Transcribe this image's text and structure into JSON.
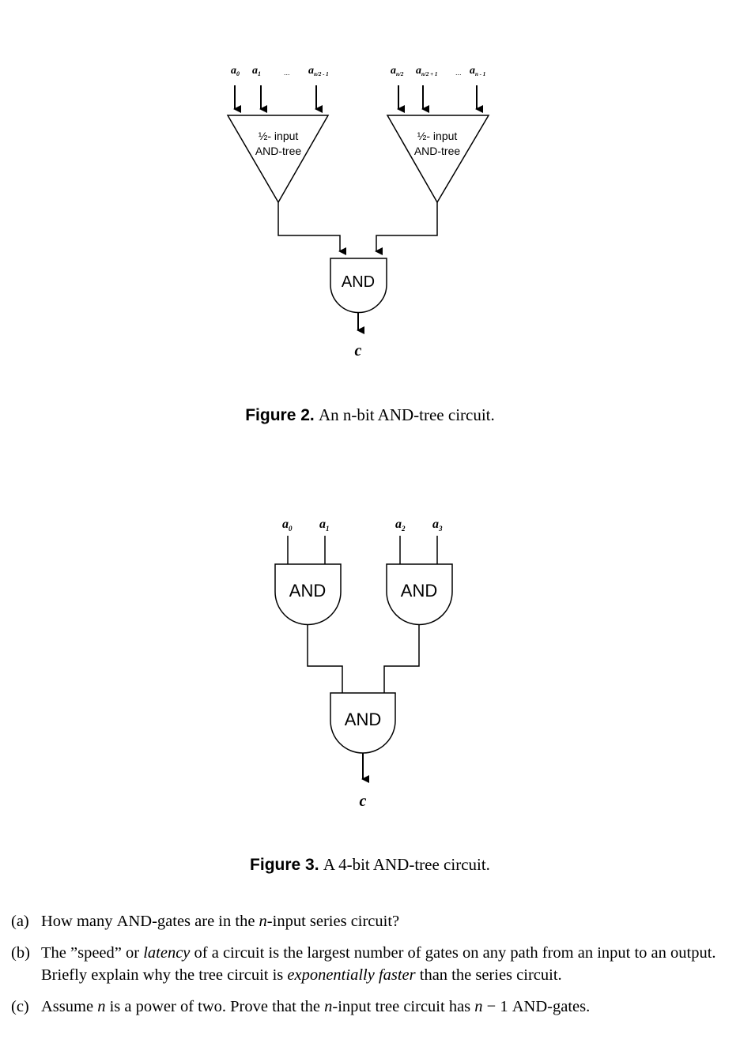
{
  "figure2": {
    "inputs_left": [
      "a",
      "a",
      "...",
      "a"
    ],
    "inputs_left_subs": [
      "0",
      "1",
      "",
      "n/2 - 1"
    ],
    "inputs_right": [
      "a",
      "a",
      "...",
      "a"
    ],
    "inputs_right_subs": [
      "n/2",
      "n/2 + 1",
      "",
      "n - 1"
    ],
    "tree_label_line1": "½- input",
    "tree_label_line2": "AND-tree",
    "gate_label": "AND",
    "output": "c",
    "caption_label": "Figure 2.",
    "caption_text": "An n-bit AND-tree circuit."
  },
  "figure3": {
    "inputs": [
      "a",
      "a",
      "a",
      "a"
    ],
    "input_subs": [
      "0",
      "1",
      "2",
      "3"
    ],
    "gate_label": "AND",
    "output": "c",
    "caption_label": "Figure 3.",
    "caption_text": "A 4-bit AND-tree circuit."
  },
  "questions": [
    {
      "mark": "(a)"
    },
    {
      "mark": "(b)"
    },
    {
      "mark": "(c)"
    }
  ]
}
